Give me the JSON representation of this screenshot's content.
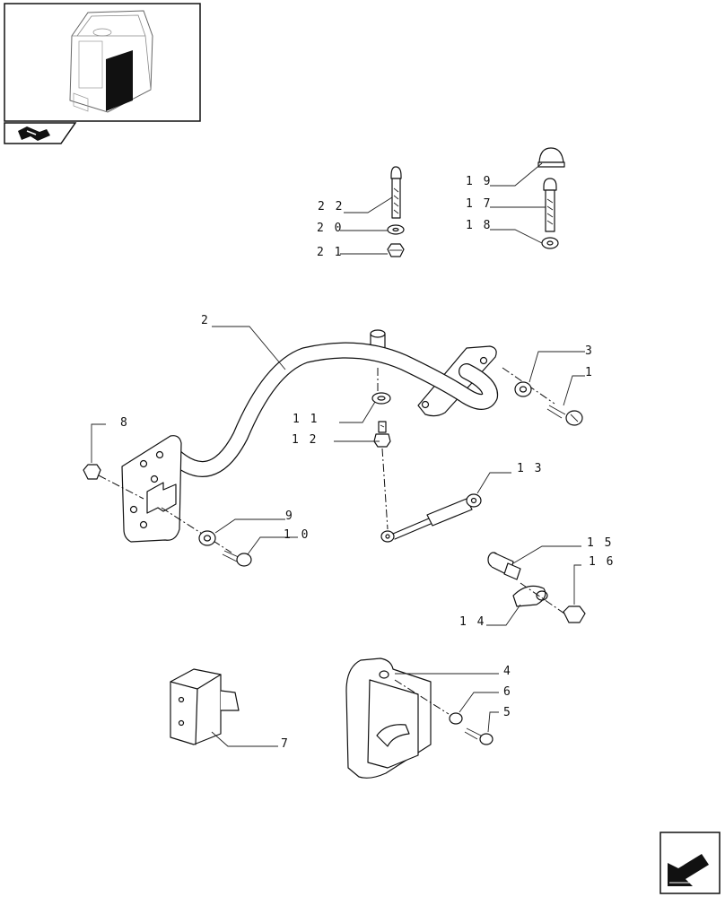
{
  "diagram": {
    "callouts": [
      {
        "id": "c22",
        "label": "2 2"
      },
      {
        "id": "c20",
        "label": "2 0"
      },
      {
        "id": "c21",
        "label": "2 1"
      },
      {
        "id": "c19",
        "label": "1 9"
      },
      {
        "id": "c17",
        "label": "1 7"
      },
      {
        "id": "c18",
        "label": "1 8"
      },
      {
        "id": "c2",
        "label": "2"
      },
      {
        "id": "c3",
        "label": "3"
      },
      {
        "id": "c1",
        "label": "1"
      },
      {
        "id": "c11",
        "label": "1 1"
      },
      {
        "id": "c12",
        "label": "1 2"
      },
      {
        "id": "c8",
        "label": "8"
      },
      {
        "id": "c13",
        "label": "1 3"
      },
      {
        "id": "c9",
        "label": "9"
      },
      {
        "id": "c10",
        "label": "1 0"
      },
      {
        "id": "c15",
        "label": "1 5"
      },
      {
        "id": "c16",
        "label": "1 6"
      },
      {
        "id": "c14",
        "label": "1 4"
      },
      {
        "id": "c4",
        "label": "4"
      },
      {
        "id": "c6",
        "label": "6"
      },
      {
        "id": "c5",
        "label": "5"
      },
      {
        "id": "c7",
        "label": "7"
      }
    ]
  },
  "icons": {
    "thumbnail": "tractor-cab-thumbnail-icon",
    "section_badge": "section-badge-icon",
    "next_page": "next-page-arrow-icon"
  }
}
